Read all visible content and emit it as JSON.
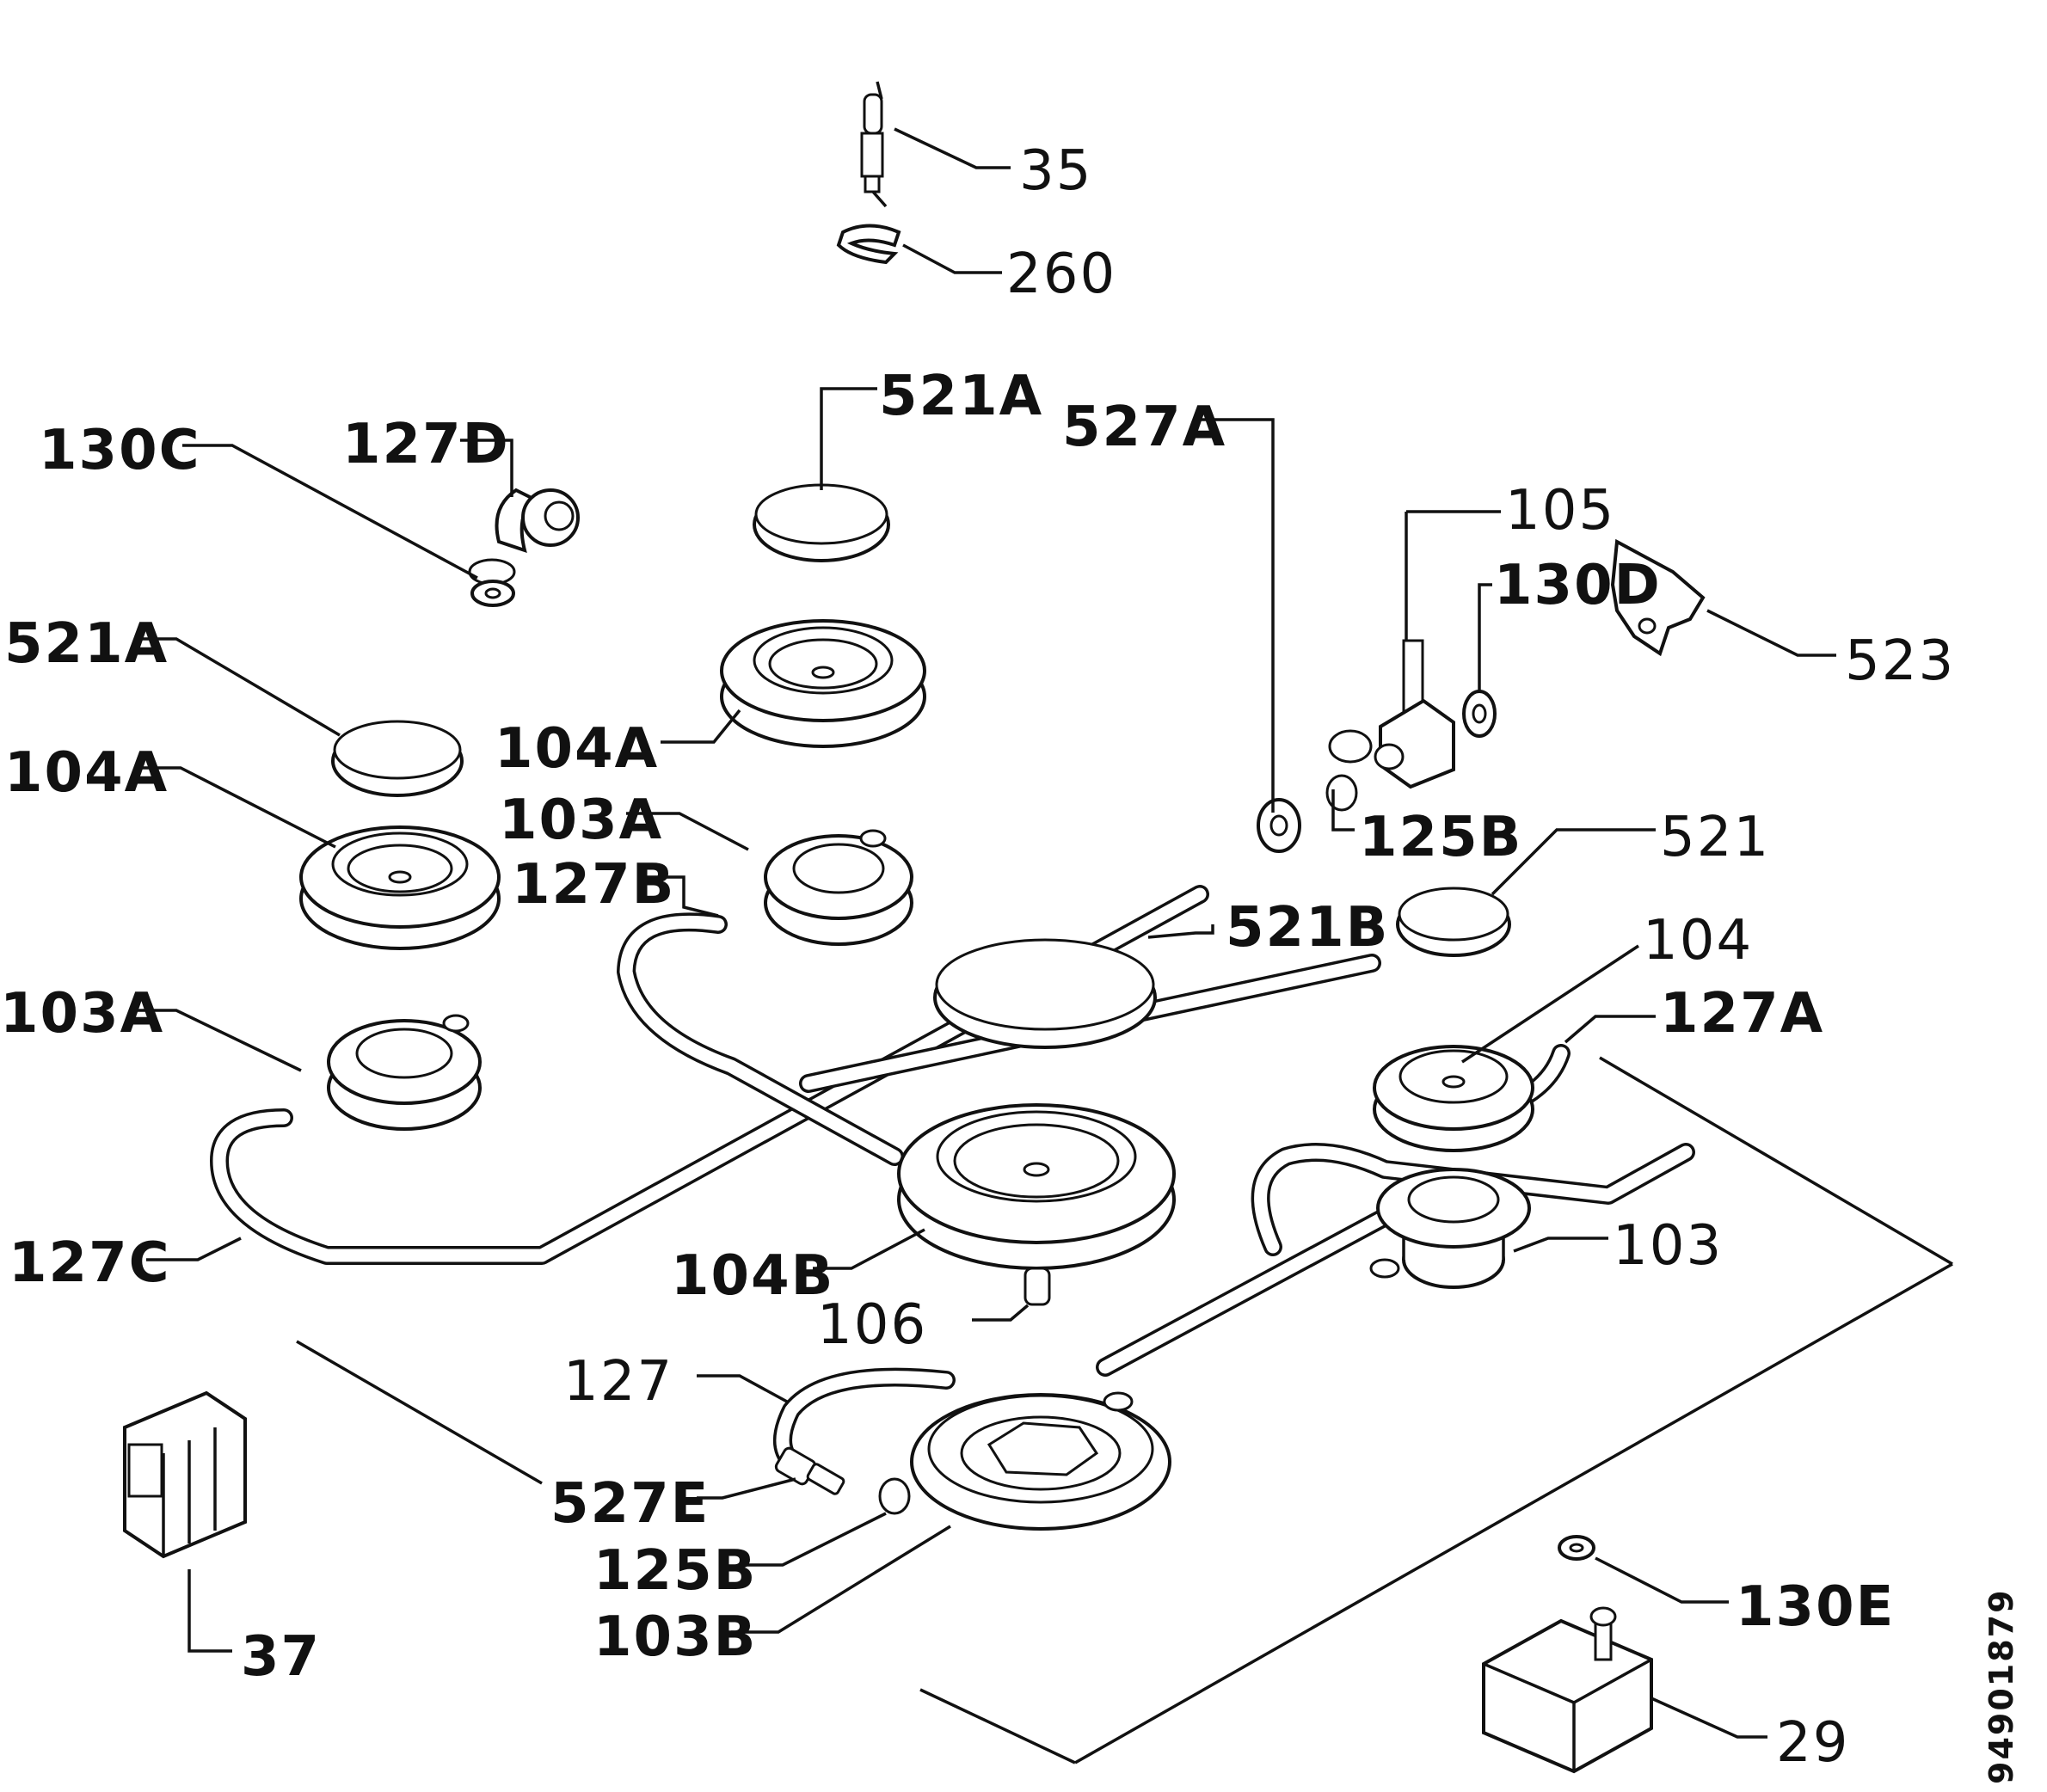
{
  "parts": {
    "p35": "35",
    "p260": "260",
    "p521a_top": "521A",
    "p527a": "527A",
    "p130c": "130C",
    "p127d": "127D",
    "p105": "105",
    "p130d": "130D",
    "p523": "523",
    "p521a_left": "521A",
    "p104a_center": "104A",
    "p104a_left": "104A",
    "p103a_center": "103A",
    "p125b_right": "125B",
    "p521": "521",
    "p127b": "127B",
    "p521b": "521B",
    "p104": "104",
    "p103a_left": "103A",
    "p127a": "127A",
    "p103": "103",
    "p127c": "127C",
    "p104b": "104B",
    "p106": "106",
    "p127": "127",
    "p527e": "527E",
    "p125b_bottom": "125B",
    "p103b": "103B",
    "p130e": "130E",
    "p37": "37",
    "p29": "29"
  },
  "drawing_number": "94901879"
}
